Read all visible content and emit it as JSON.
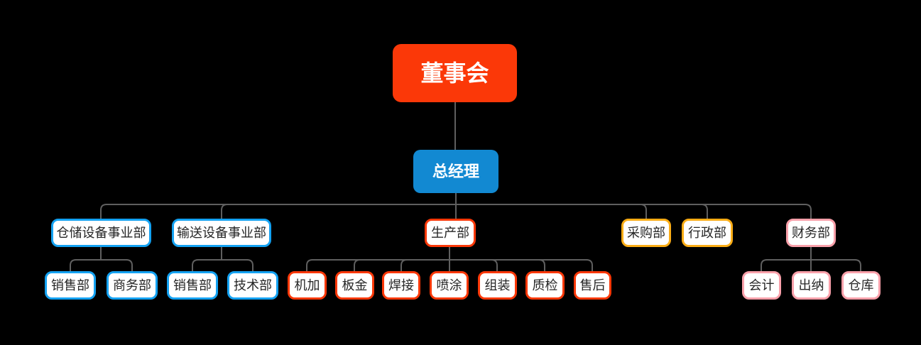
{
  "palette": {
    "background": "#000000",
    "root_fill": "#fb3808",
    "manager_fill": "#1289d2",
    "blue_border": "#14a2f2",
    "red_border": "#fb3808",
    "orange_border": "#fbad16",
    "pink_border": "#f9a0aa",
    "connector_line": "#5f5f5f",
    "node_fill": "#ffffff",
    "node_text": "#262626",
    "filled_node_text": "#ffffff"
  },
  "org": {
    "label": "董事会",
    "children": [
      {
        "label": "总经理",
        "children": [
          {
            "label": "仓储设备事业部",
            "children": [
              {
                "label": "销售部"
              },
              {
                "label": "商务部"
              }
            ]
          },
          {
            "label": "输送设备事业部",
            "children": [
              {
                "label": "销售部"
              },
              {
                "label": "技术部"
              }
            ]
          },
          {
            "label": "生产部",
            "children": [
              {
                "label": "机加"
              },
              {
                "label": "板金"
              },
              {
                "label": "焊接"
              },
              {
                "label": "喷涂"
              },
              {
                "label": "组装"
              },
              {
                "label": "质检"
              },
              {
                "label": "售后"
              }
            ]
          },
          {
            "label": "采购部"
          },
          {
            "label": "行政部"
          },
          {
            "label": "财务部",
            "children": [
              {
                "label": "会计"
              },
              {
                "label": "出纳"
              },
              {
                "label": "仓库"
              }
            ]
          }
        ]
      }
    ]
  }
}
